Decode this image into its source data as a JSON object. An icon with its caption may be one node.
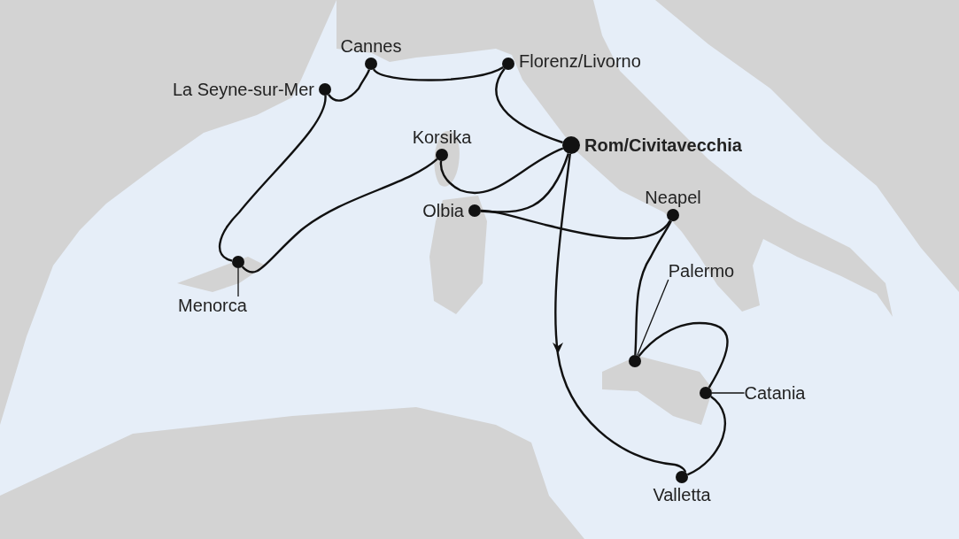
{
  "diagram": {
    "nodes": [
      {
        "text": [
          "Cannes"
        ]
      },
      {
        "text": [
          "Florenz/Livorno"
        ]
      },
      {
        "text": [
          "La Seyne-sur-Mer"
        ]
      },
      {
        "text": [
          "Korsika"
        ]
      },
      {
        "text": [
          "Rom/Civitavecchia"
        ]
      },
      {
        "text": [
          "Olbia"
        ]
      },
      {
        "text": [
          "Neapel"
        ]
      },
      {
        "text": [],
        "shape": "circle"
      },
      {
        "text": [
          "Palermo"
        ]
      },
      {
        "text": [
          "Menorca"
        ]
      },
      {
        "text": [],
        "shape": "circle"
      },
      {
        "text": [],
        "shape": "circle"
      },
      {
        "text": [
          "Catania"
        ]
      },
      {
        "text": [
          "Valletta"
        ]
      }
    ],
    "edges": [
      {
        "from": 4,
        "to": 13,
        "arrow": "to"
      },
      {
        "from": 13,
        "to": 11,
        "arrow": "none"
      },
      {
        "from": 11,
        "to": 10,
        "arrow": "none"
      },
      {
        "from": 10,
        "to": 6,
        "arrow": "none"
      },
      {
        "from": 6,
        "to": 5,
        "arrow": "none"
      },
      {
        "from": 5,
        "to": 4,
        "arrow": "none"
      },
      {
        "from": 4,
        "to": 3,
        "arrow": "none"
      },
      {
        "from": 3,
        "to": 7,
        "arrow": "none"
      },
      {
        "from": 7,
        "to": 2,
        "arrow": "none"
      },
      {
        "from": 2,
        "to": 0,
        "arrow": "none"
      },
      {
        "from": 0,
        "to": 1,
        "arrow": "none"
      },
      {
        "from": 1,
        "to": 4,
        "arrow": "none"
      },
      {
        "from": 8,
        "to": 10,
        "arrow": "none"
      },
      {
        "from": 9,
        "to": 7,
        "arrow": "none"
      },
      {
        "from": 12,
        "to": 11,
        "arrow": "none"
      }
    ]
  }
}
